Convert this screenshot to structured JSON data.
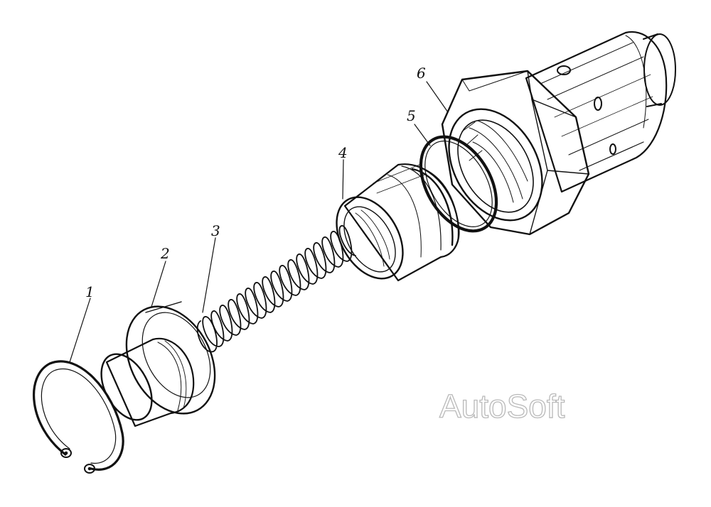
{
  "callouts": [
    "1",
    "2",
    "3",
    "4",
    "5",
    "6"
  ],
  "watermark": "AutoSoft",
  "colors": {
    "ink": "#111111",
    "paper": "#ffffff",
    "watermark_outline": "#b9b9b9"
  }
}
